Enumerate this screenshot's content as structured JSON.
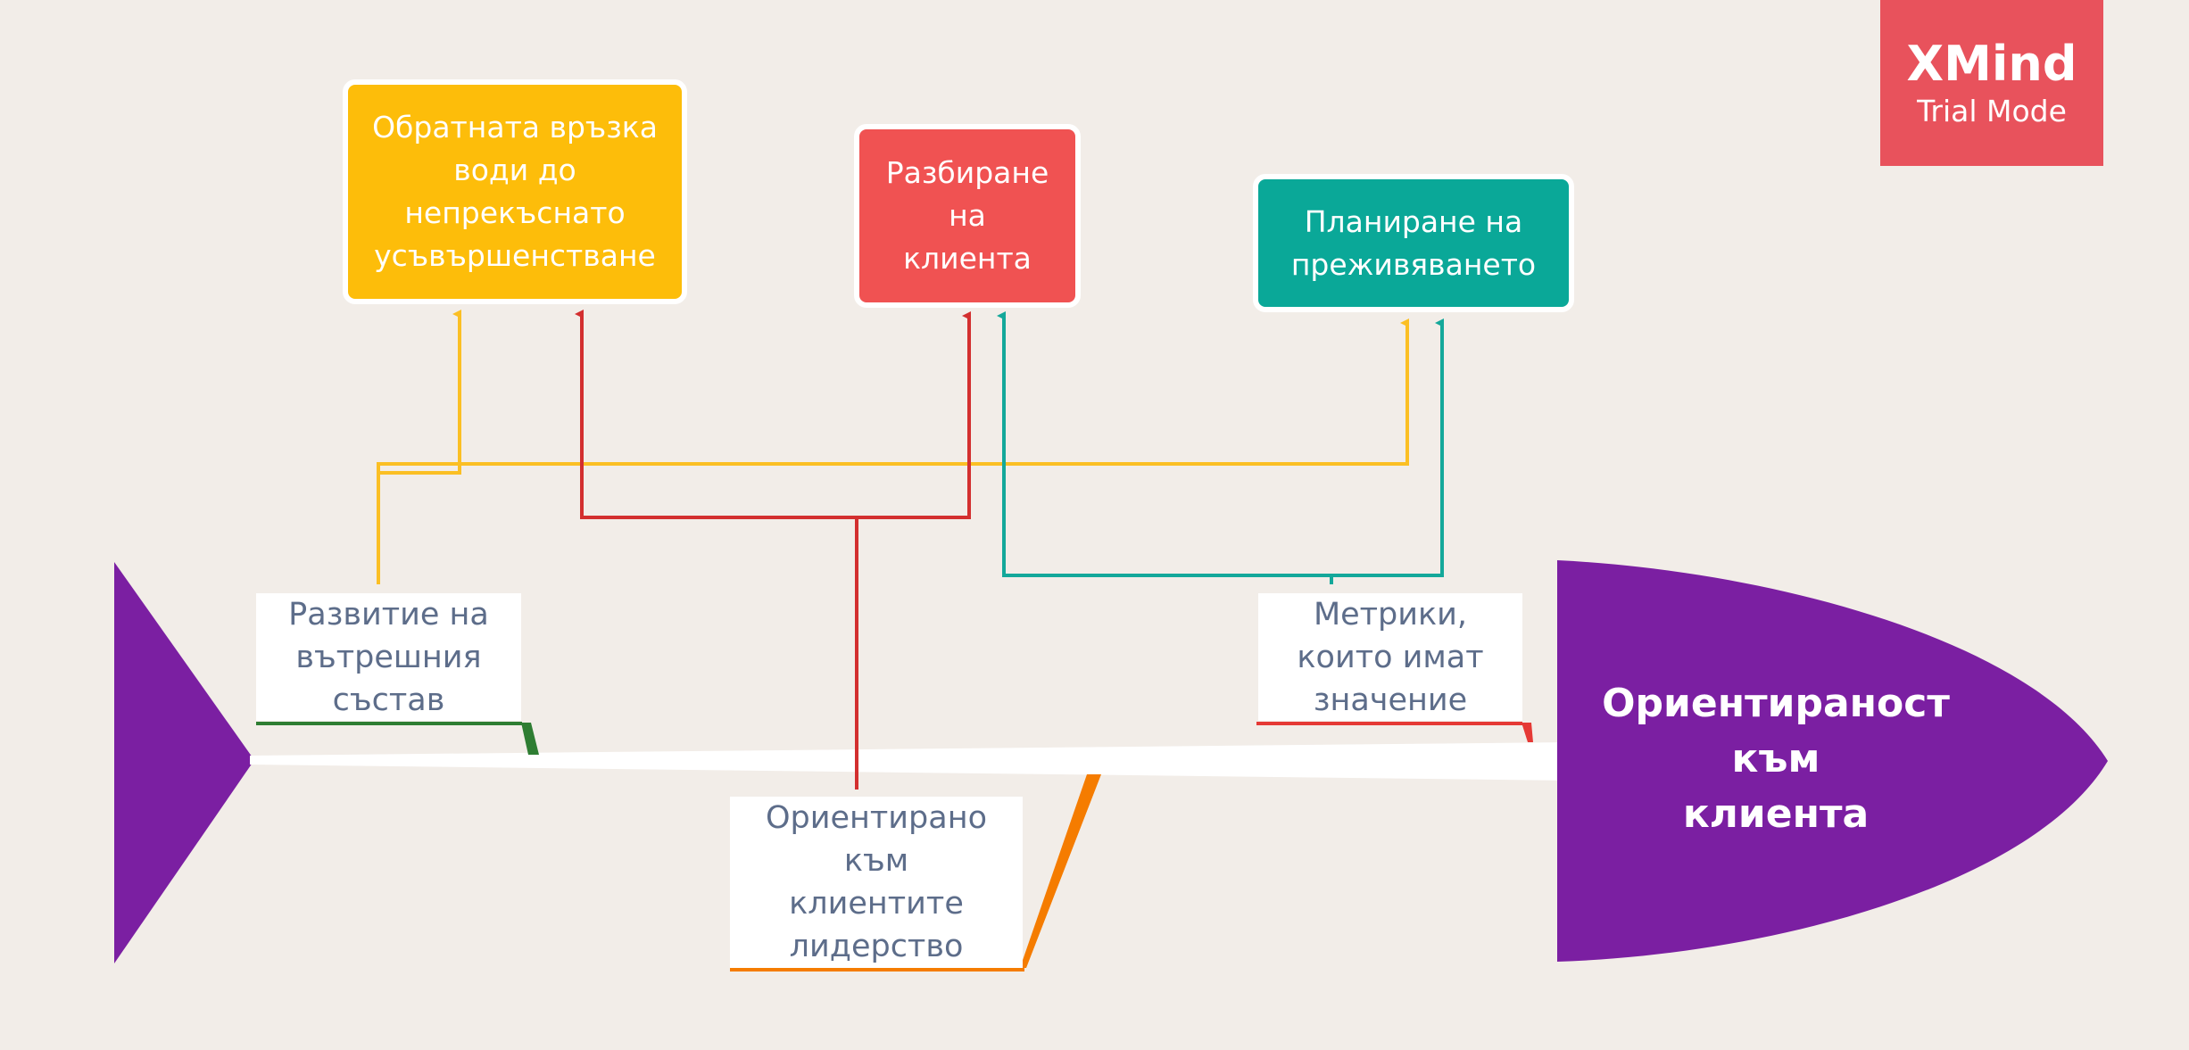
{
  "head": {
    "label": "Ориентираност\nкъм\nклиента",
    "color": "#7b1fa2"
  },
  "tail": {
    "color": "#7b1fa2"
  },
  "spine": {
    "color": "#ffffff"
  },
  "ribs": [
    {
      "label": "Развитие на\nвътрешния\nсъстав",
      "color": "#2e7d32"
    },
    {
      "label": "Ориентирано\nкъм\nклиентите\nлидерство",
      "color": "#f57c00"
    },
    {
      "label": "Метрики,\nкоито имат\nзначение",
      "color": "#e53935"
    }
  ],
  "topics": [
    {
      "label": "Обратната връзка\nводи до\nнепрекъснато\nусъвършенстване",
      "color": "#fdbd0a"
    },
    {
      "label": "Разбиране\nна\nклиента",
      "color": "#f05252"
    },
    {
      "label": "Планиране на\nпреживяването",
      "color": "#0aa898"
    }
  ],
  "connector_colors": {
    "yellow": "#fbbf24",
    "red": "#d32f2f",
    "teal": "#14a89a"
  },
  "watermark": {
    "title": "XMind",
    "subtitle": "Trial Mode"
  }
}
